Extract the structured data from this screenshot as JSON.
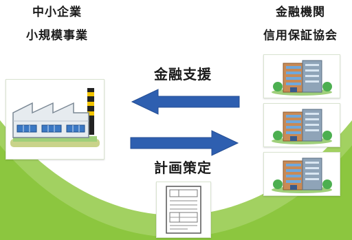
{
  "left_entity": {
    "line1": "中小企業",
    "line2": "小規模事業"
  },
  "right_entity": {
    "line1": "金融機関",
    "line2": "信用保証協会"
  },
  "arrow_top": {
    "label": "金融支援",
    "direction": "left"
  },
  "arrow_bottom": {
    "label": "計画策定",
    "direction": "right"
  },
  "colors": {
    "background_green": "#8cc63f",
    "arrow_blue": "#2e5fb0",
    "factory_wall": "#e6ebef",
    "building_brown": "#c98a55"
  },
  "icons": {
    "factory": "factory-icon",
    "bank_buildings": [
      "office-building-icon",
      "office-building-icon",
      "office-building-icon"
    ],
    "document": "document-icon"
  }
}
